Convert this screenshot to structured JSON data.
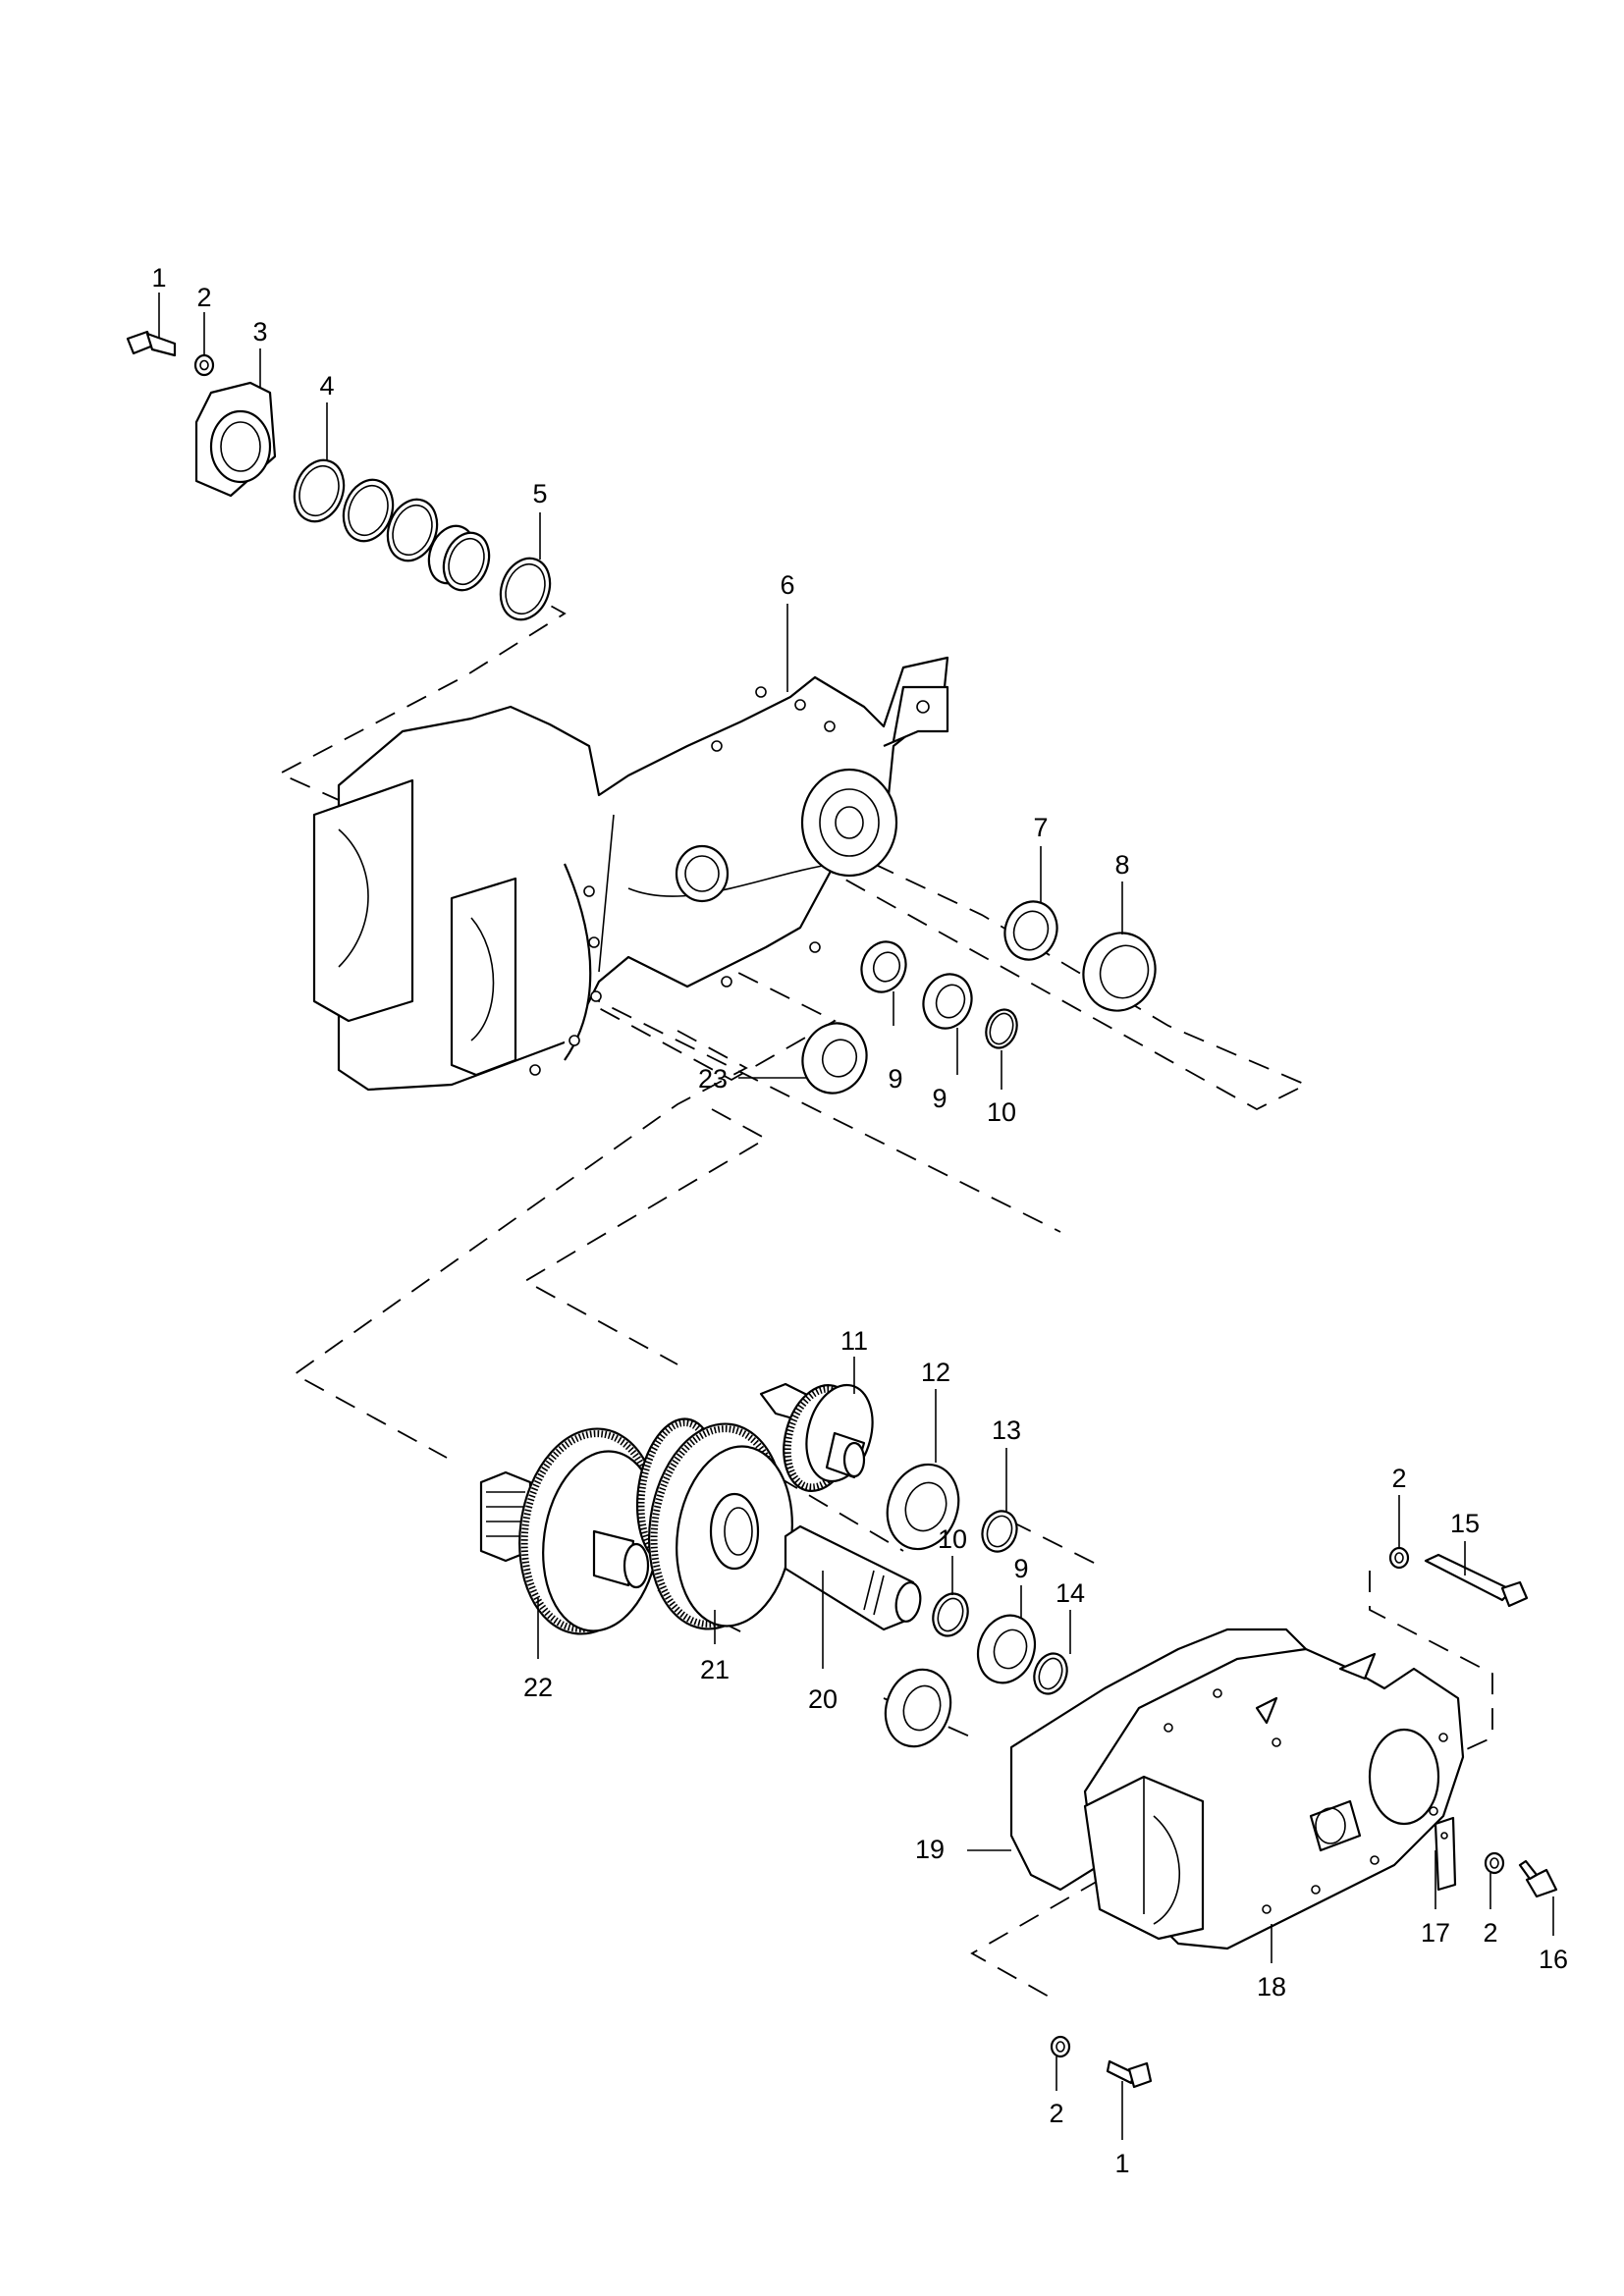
{
  "callouts": [
    {
      "id": "c1a",
      "label": "1"
    },
    {
      "id": "c2a",
      "label": "2"
    },
    {
      "id": "c3",
      "label": "3"
    },
    {
      "id": "c4",
      "label": "4"
    },
    {
      "id": "c5",
      "label": "5"
    },
    {
      "id": "c6",
      "label": "6"
    },
    {
      "id": "c7",
      "label": "7"
    },
    {
      "id": "c8",
      "label": "8"
    },
    {
      "id": "c9a",
      "label": "9"
    },
    {
      "id": "c9b",
      "label": "9"
    },
    {
      "id": "c10a",
      "label": "10"
    },
    {
      "id": "c23",
      "label": "23"
    },
    {
      "id": "c11",
      "label": "11"
    },
    {
      "id": "c12",
      "label": "12"
    },
    {
      "id": "c13",
      "label": "13"
    },
    {
      "id": "c2b",
      "label": "2"
    },
    {
      "id": "c15",
      "label": "15"
    },
    {
      "id": "c10b",
      "label": "10"
    },
    {
      "id": "c9c",
      "label": "9"
    },
    {
      "id": "c14",
      "label": "14"
    },
    {
      "id": "c22",
      "label": "22"
    },
    {
      "id": "c21",
      "label": "21"
    },
    {
      "id": "c20",
      "label": "20"
    },
    {
      "id": "c19",
      "label": "19"
    },
    {
      "id": "c17",
      "label": "17"
    },
    {
      "id": "c2c",
      "label": "2"
    },
    {
      "id": "c16",
      "label": "16"
    },
    {
      "id": "c18",
      "label": "18"
    },
    {
      "id": "c2d",
      "label": "2"
    },
    {
      "id": "c1b",
      "label": "1"
    }
  ]
}
